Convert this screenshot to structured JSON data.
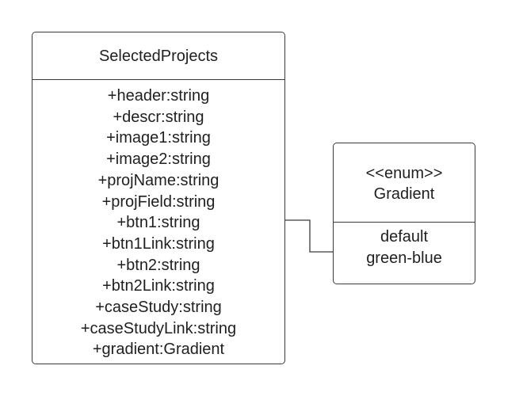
{
  "diagram": {
    "classes": [
      {
        "id": "selected-projects",
        "name": "SelectedProjects",
        "attributes": [
          "+header:string",
          "+descr:string",
          "+image1:string",
          "+image2:string",
          "+projName:string",
          "+projField:string",
          "+btn1:string",
          "+btn1Link:string",
          "+btn2:string",
          "+btn2Link:string",
          "+caseStudy:string",
          "+caseStudyLink:string",
          "+gradient:Gradient"
        ]
      },
      {
        "id": "gradient-enum",
        "stereotype": "<<enum>>",
        "name": "Gradient",
        "values": [
          "default",
          "green-blue"
        ]
      }
    ],
    "connections": [
      {
        "from": "SelectedProjects",
        "to": "Gradient"
      }
    ]
  },
  "colors": {
    "border": "#3a3a3a",
    "text": "#1f1f1f",
    "background": "#ffffff"
  }
}
